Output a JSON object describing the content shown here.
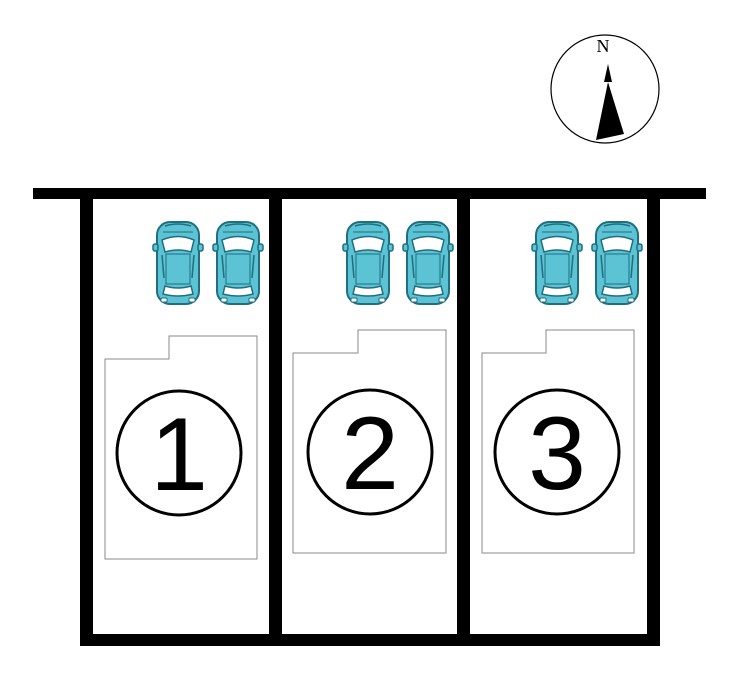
{
  "compass": {
    "label": "N",
    "icon": "north-arrow-icon"
  },
  "lots": [
    {
      "number": "1",
      "cars": 2
    },
    {
      "number": "2",
      "cars": 2
    },
    {
      "number": "3",
      "cars": 2
    }
  ],
  "colors": {
    "line": "#000000",
    "car_body": "#5bc3d3",
    "car_outline": "#1f6f80",
    "footprint": "#8a8a8a",
    "background": "#ffffff"
  },
  "car_icon": "car-top-view-icon"
}
